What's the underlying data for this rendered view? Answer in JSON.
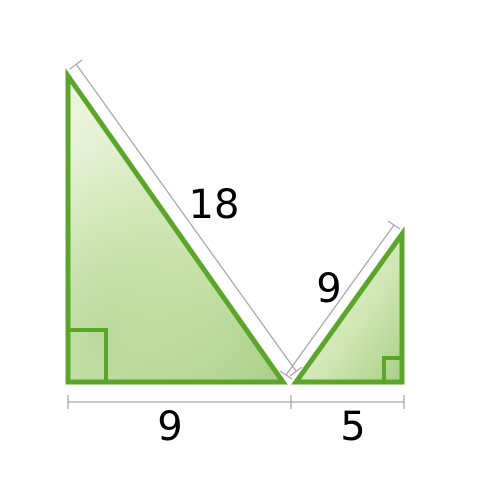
{
  "figure": {
    "colors": {
      "outline": "#5aa52a",
      "fill_light": "#eef6e2",
      "fill_mid": "#cfe6b2",
      "fill_dark": "#a9cf87",
      "dimension_line": "#a8a8a8",
      "label": "#000000"
    },
    "large_triangle": {
      "hypotenuse_label": "18",
      "base_label": "9",
      "right_angle": true
    },
    "small_triangle": {
      "hypotenuse_label": "9",
      "base_label": "5",
      "right_angle": true
    }
  }
}
